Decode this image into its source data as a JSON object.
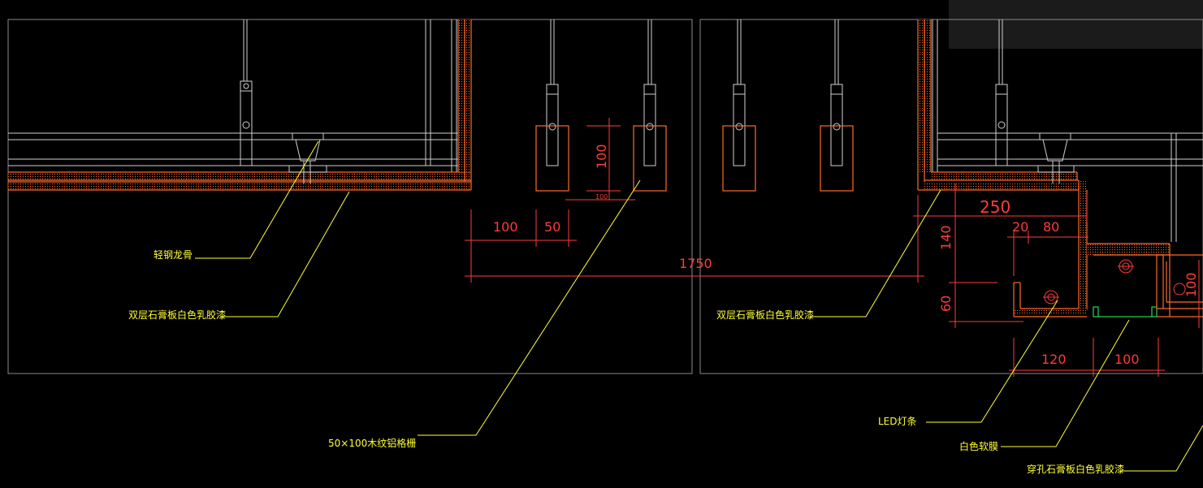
{
  "labels": {
    "light_steel_keel": "轻钢龙骨",
    "double_gypsum_left": "双层石膏板白色乳胶漆",
    "wood_grain_grille": "50×100木纹铝格栅",
    "double_gypsum_right": "双层石膏板白色乳胶漆",
    "led_strip": "LED灯条",
    "white_soft_film": "白色软膜",
    "perforated_gypsum": "穿孔石膏板白色乳胶漆"
  },
  "dimensions": {
    "d100_a": "100",
    "d50": "50",
    "d1750": "1750",
    "d100_vertical": "100",
    "d100_small": "100",
    "d250": "250",
    "d20": "20",
    "d80": "80",
    "d140": "140",
    "d60": "60",
    "d120": "120",
    "d100_b": "100",
    "d100_right": "100"
  },
  "colors": {
    "background": "#000000",
    "dimension": "#ff3b3b",
    "label": "#ffff33",
    "frame": "#8a8a8a",
    "structure": "#cfcfcf",
    "board": "#ff6a2a"
  }
}
